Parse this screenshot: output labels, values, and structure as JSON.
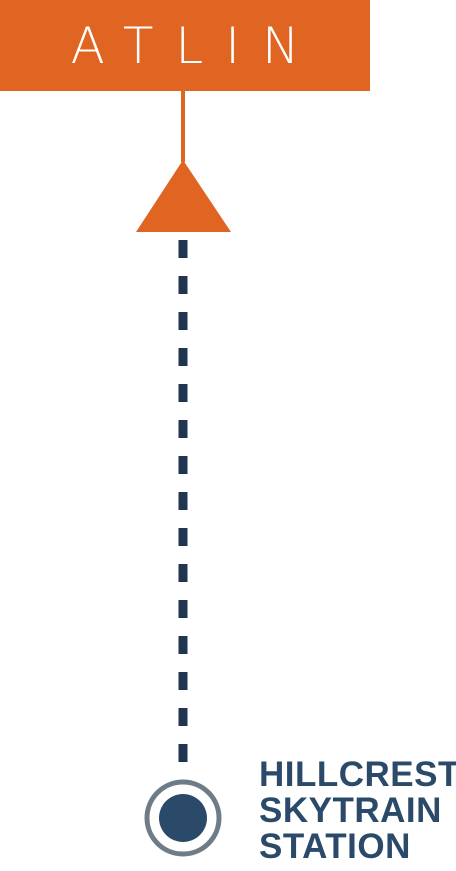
{
  "destination": {
    "label": "ATLIN",
    "color": "#e06523"
  },
  "route": {
    "style": "dashed",
    "color": "#1f3550"
  },
  "station": {
    "line1": "HILLCREST",
    "line2": "SKYTRAIN",
    "line3": "STATION",
    "text_color": "#2b4a6a",
    "marker_fill": "#2b4a6a",
    "marker_ring": "#6e7c88"
  }
}
